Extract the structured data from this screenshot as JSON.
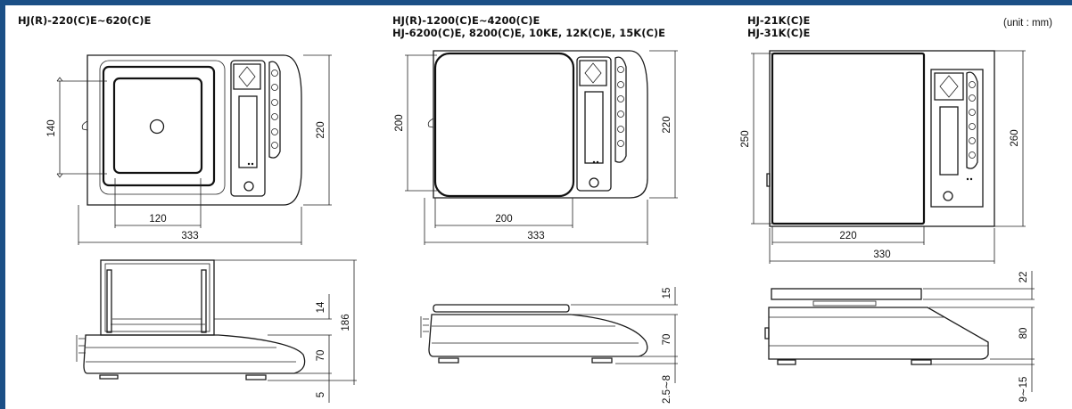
{
  "titles": {
    "left": "HJ(R)-220(C)E∼620(C)E",
    "middle_line1": "HJ(R)-1200(C)E∼4200(C)E",
    "middle_line2": "HJ-6200(C)E, 8200(C)E, 10KE, 12K(C)E, 15K(C)E",
    "right_line1": "HJ-21K(C)E",
    "right_line2": "HJ-31K(C)E"
  },
  "unit": "(unit : mm)",
  "left": {
    "pan_depth": "140",
    "depth": "220",
    "pan_width": "120",
    "width": "333",
    "pan_height": "14",
    "total_height": "186",
    "body_height": "70",
    "foot_height": "5"
  },
  "middle": {
    "pan_depth": "200",
    "depth": "220",
    "pan_width": "200",
    "width": "333",
    "pan_height": "15",
    "body_height": "70",
    "foot_height": "2.5∼8"
  },
  "right": {
    "pan_depth": "250",
    "depth": "260",
    "pan_width": "220",
    "width": "330",
    "pan_height": "22",
    "body_height": "80",
    "foot_height": "9∼15"
  }
}
